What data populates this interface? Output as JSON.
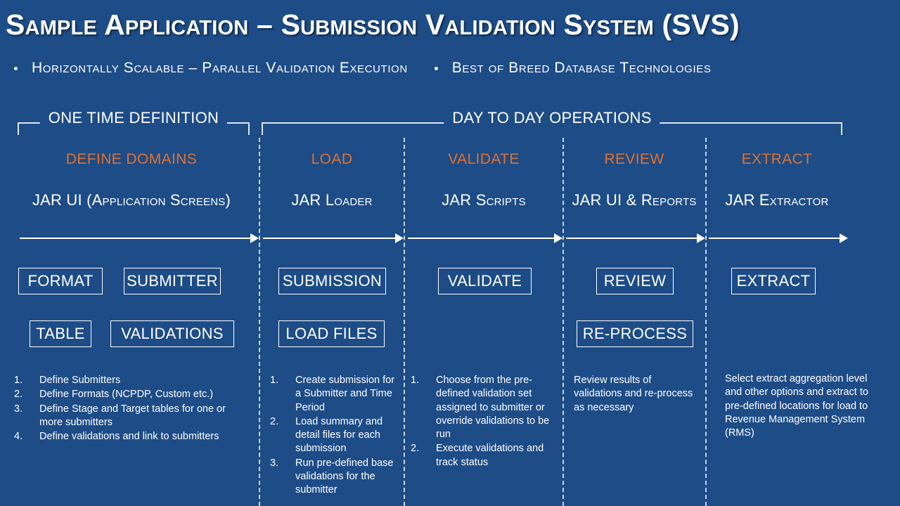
{
  "slide": {
    "title": "Sample Application – Submission Validation System (SVS)",
    "subtitle_bullets": [
      "Horizontally Scalable – Parallel Validation Execution",
      "Best of Breed Database Technologies"
    ],
    "colors": {
      "background": "#1d4c87",
      "accent_orange": "#e2712e",
      "line_white": "#ffffff",
      "divider": "#c9d6e6"
    }
  },
  "brackets": [
    {
      "label": "ONE TIME DEFINITION"
    },
    {
      "label": "DAY TO DAY OPERATIONS"
    }
  ],
  "columns": [
    {
      "heading": "DEFINE DOMAINS",
      "subheading": "JAR UI (Application Screens)",
      "boxes_row1": [
        "FORMAT",
        "SUBMITTER"
      ],
      "boxes_row2": [
        "TABLE",
        "VALIDATIONS"
      ],
      "list": [
        {
          "num": "1.",
          "text": "Define Submitters"
        },
        {
          "num": "2.",
          "text": "Define Formats (NCPDP, Custom etc.)"
        },
        {
          "num": "3.",
          "text": "Define Stage and Target tables for one or more submitters"
        },
        {
          "num": "4.",
          "text": "Define validations and link to submitters"
        }
      ],
      "paragraph": ""
    },
    {
      "heading": "LOAD",
      "subheading": "JAR Loader",
      "boxes_row1": [
        "SUBMISSION"
      ],
      "boxes_row2": [
        "LOAD FILES"
      ],
      "list": [
        {
          "num": "1.",
          "text": "Create submission for a Submitter and Time Period"
        },
        {
          "num": "2.",
          "text": "Load summary and detail files for each submission"
        },
        {
          "num": "3.",
          "text": "Run pre-defined base validations for the submitter"
        }
      ],
      "paragraph": ""
    },
    {
      "heading": "VALIDATE",
      "subheading": "JAR Scripts",
      "boxes_row1": [
        "VALIDATE"
      ],
      "boxes_row2": [],
      "list": [
        {
          "num": "1.",
          "text": "Choose from the pre-defined validation set assigned to submitter or override validations to be run"
        },
        {
          "num": "2.",
          "text": "Execute validations and track status"
        }
      ],
      "paragraph": ""
    },
    {
      "heading": "REVIEW",
      "subheading": "JAR UI & Reports",
      "boxes_row1": [
        "REVIEW"
      ],
      "boxes_row2": [
        "RE-PROCESS"
      ],
      "list": [],
      "paragraph": "Review results of validations and re-process as necessary"
    },
    {
      "heading": "EXTRACT",
      "subheading": "JAR Extractor",
      "boxes_row1": [
        "EXTRACT"
      ],
      "boxes_row2": [],
      "list": [],
      "paragraph": "Select extract aggregation level and other options and extract to pre-defined locations for load to Revenue Management System (RMS)"
    }
  ]
}
